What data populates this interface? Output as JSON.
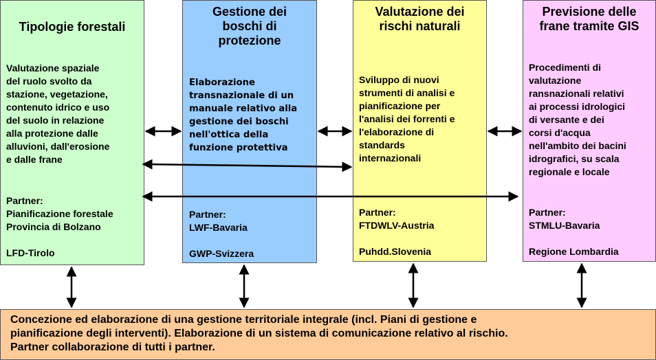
{
  "boxes": [
    {
      "title": [
        "Tipologie forestali"
      ],
      "body": [
        "Valutazione spaziale",
        "del ruolo svolto da",
        "stazione, vegetazione,",
        "contenuto idrico e uso",
        "del suolo in relazione",
        "alla protezione dalle",
        "alluvioni, dall'erosione",
        "e dalle frane"
      ],
      "partner": [
        "Partner:",
        "Pianificazione forestale",
        "Provincia di Bolzano",
        "",
        "LFD-Tirolo"
      ],
      "color": "#ccffcc"
    },
    {
      "title": [
        "Gestione dei",
        "boschi di",
        "protezione"
      ],
      "body": [
        "Elaborazione",
        "transnazionale di un",
        "manuale relativo alla",
        "gestione dei boschi",
        "nell'ottica della",
        "funzione protettiva"
      ],
      "partner": [
        "Partner:",
        "LWF-Bavaria",
        "",
        "GWP-Svizzera"
      ],
      "color": "#99ccff"
    },
    {
      "title": [
        "Valutazione dei",
        "rischi naturali"
      ],
      "body": [
        "Sviluppo di nuovi",
        "strumenti di analisi e",
        "pianificazione per",
        "l'analisi dei forrenti e",
        "l'elaborazione di",
        "standards",
        "internazionali"
      ],
      "partner": [
        "Partner:",
        "FTDWLV-Austria",
        "",
        "Puhdd.Slovenia"
      ],
      "color": "#ffff99"
    },
    {
      "title": [
        "Previsione delle",
        "frane tramite GIS"
      ],
      "body": [
        "Procedimenti di",
        "valutazione",
        "ransnazionali relativi",
        "ai processi idrologici",
        "di versante e dei",
        "corsi d'acqua",
        "nell'ambito dei bacini",
        "idrografici, su scala",
        "regionale e locale"
      ],
      "partner": [
        "Partner:",
        "STMLU-Bavaria",
        "",
        "Regione Lombardia"
      ],
      "color": "#ffccff"
    }
  ],
  "bottom": {
    "lines": [
      "Concezione ed elaborazione di una gestione territoriale integrale (incl. Piani di gestione e",
      "pianificazione degli interventi). Elaborazione di un sistema di comunicazione relativo al rischio.",
      "Partner collaborazione di tutti i partner."
    ],
    "color": "#ffcc99"
  }
}
